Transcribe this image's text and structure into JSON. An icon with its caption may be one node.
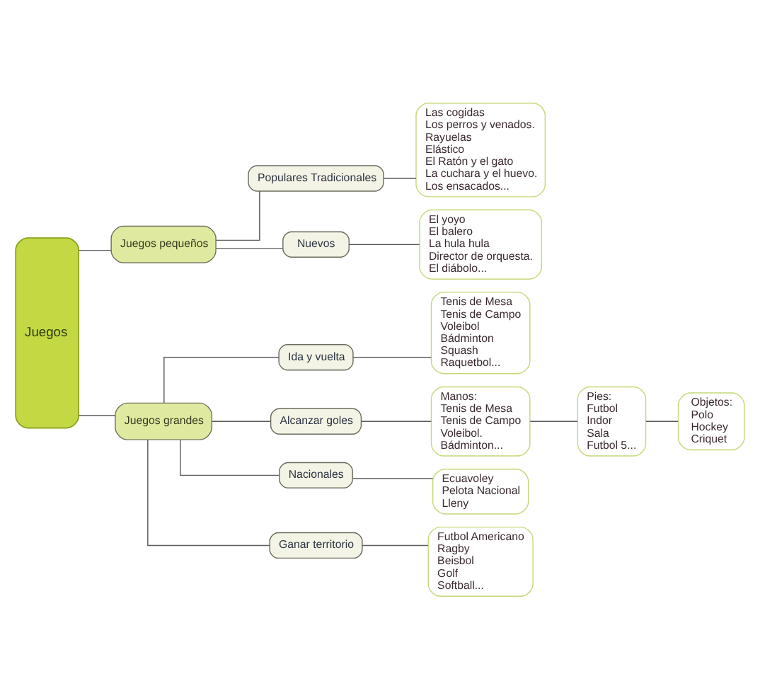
{
  "diagram": {
    "nodes": [
      {
        "text": [
          "Juegos"
        ]
      },
      {
        "text": [
          "Juegos pequeños"
        ]
      },
      {
        "text": [
          "Populares Tradicionales"
        ]
      },
      {
        "text": [
          "Las cogidas",
          "Los perros y venados.",
          "Rayuelas",
          "Elástico",
          "El Ratón y el gato",
          "La cuchara y el huevo.",
          "Los ensacados..."
        ]
      },
      {
        "text": [
          "Nuevos"
        ]
      },
      {
        "text": [
          "El yoyo",
          "El balero",
          "La hula hula",
          "Director de orquesta.",
          "El diábolo..."
        ]
      },
      {
        "text": [
          "Juegos grandes"
        ]
      },
      {
        "text": [
          "Ida y vuelta"
        ]
      },
      {
        "text": [
          "Tenis de Mesa",
          "Tenis de Campo",
          "Voleibol",
          "Bádminton",
          "Squash",
          "Raquetbol..."
        ]
      },
      {
        "text": [
          "Alcanzar goles"
        ]
      },
      {
        "text": [
          "Manos:",
          "Tenis de Mesa",
          "Tenis de Campo",
          "Voleibol.",
          "Bádminton..."
        ]
      },
      {
        "text": [
          "Pies:",
          "Futbol",
          "Indor",
          "Sala",
          "Futbol 5..."
        ]
      },
      {
        "text": [
          "Objetos:",
          "Polo",
          "Hockey",
          "Criquet"
        ]
      },
      {
        "text": [
          "Nacionales"
        ]
      },
      {
        "text": [
          "Ganar territorio"
        ]
      },
      {
        "text": [
          "Futbol Americano",
          "Ragby",
          "Beisbol",
          "Golf",
          "Softball..."
        ]
      },
      {
        "text": [
          "Ecuavoley",
          "Pelota Nacional",
          "Lleny"
        ]
      }
    ],
    "edges": [
      {
        "from": 0,
        "to": 1,
        "arrow": "none"
      },
      {
        "from": 0,
        "to": 6,
        "arrow": "none"
      },
      {
        "from": 1,
        "to": 2,
        "arrow": "none"
      },
      {
        "from": 1,
        "to": 4,
        "arrow": "none"
      },
      {
        "from": 2,
        "to": 3,
        "arrow": "none"
      },
      {
        "from": 4,
        "to": 5,
        "arrow": "none"
      },
      {
        "from": 6,
        "to": 7,
        "arrow": "none"
      },
      {
        "from": 6,
        "to": 9,
        "arrow": "none"
      },
      {
        "from": 6,
        "to": 13,
        "arrow": "none"
      },
      {
        "from": 6,
        "to": 14,
        "arrow": "none"
      },
      {
        "from": 7,
        "to": 8,
        "arrow": "none"
      },
      {
        "from": 9,
        "to": 10,
        "arrow": "none"
      },
      {
        "from": 10,
        "to": 11,
        "arrow": "none"
      },
      {
        "from": 11,
        "to": 12,
        "arrow": "none"
      },
      {
        "from": 13,
        "to": 16,
        "arrow": "none"
      },
      {
        "from": 14,
        "to": 15,
        "arrow": "none"
      }
    ]
  }
}
